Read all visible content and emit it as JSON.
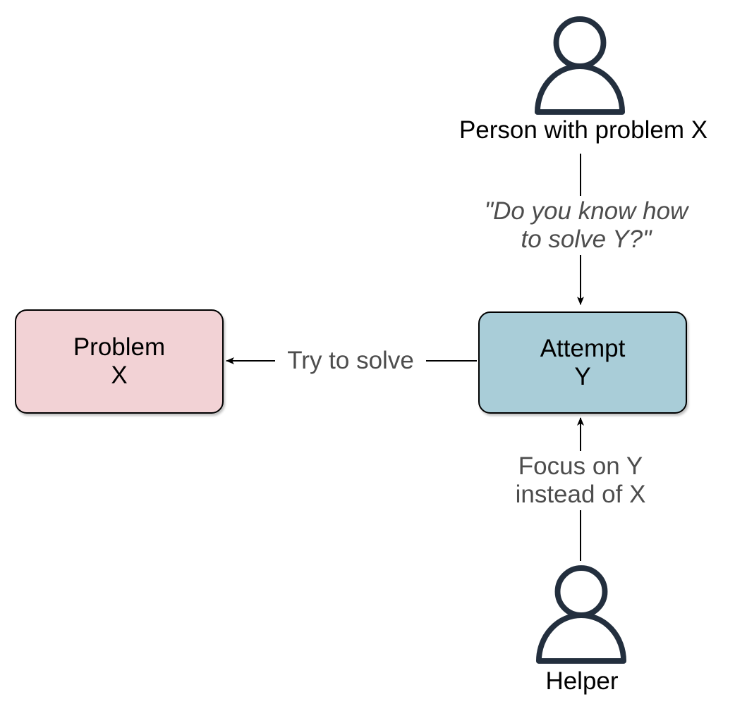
{
  "actors": {
    "requester": {
      "label": "Person with problem X",
      "icon": "person"
    },
    "helper": {
      "label": "Helper",
      "icon": "person"
    }
  },
  "nodes": {
    "problem_x": {
      "line1": "Problem",
      "line2": "X",
      "fill": "#f2d2d5",
      "border": "#000000"
    },
    "attempt_y": {
      "line1": "Attempt",
      "line2": "Y",
      "fill": "#a9cdd8",
      "border": "#000000"
    }
  },
  "edges": {
    "question": {
      "line1": "\"Do you know how",
      "line2": "to solve Y?\"",
      "from": "requester",
      "to": "attempt_y"
    },
    "try_to_solve": {
      "label": "Try to solve",
      "from": "attempt_y",
      "to": "problem_x"
    },
    "focus": {
      "line1": "Focus on Y",
      "line2": "instead of X",
      "from": "helper",
      "to": "attempt_y"
    }
  },
  "colors": {
    "label_gray": "#4d4d4d",
    "icon_navy": "#232f3e",
    "line_black": "#000000",
    "background": "#ffffff"
  }
}
